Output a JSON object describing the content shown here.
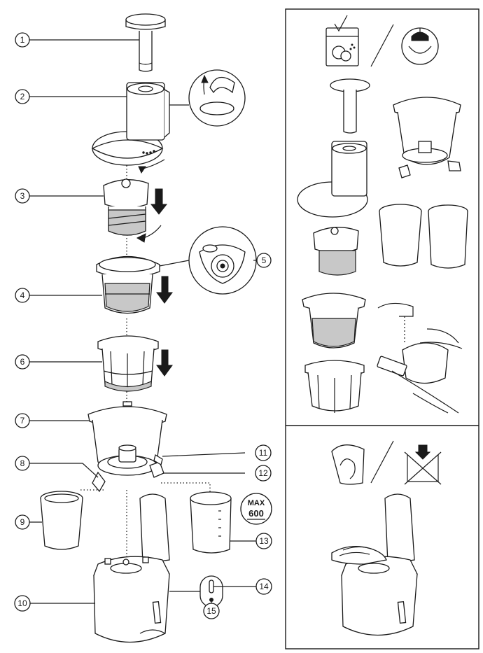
{
  "callouts": [
    "1",
    "2",
    "3",
    "4",
    "5",
    "6",
    "7",
    "8",
    "9",
    "10",
    "11",
    "12",
    "13",
    "14",
    "15"
  ],
  "max_badge": {
    "line1": "MAX",
    "line2": "600"
  },
  "care_panels": [
    {
      "name": "dishwasher-or-hand-wash",
      "icons": [
        "dishwasher-icon",
        "hand-wash-bowl-icon"
      ]
    },
    {
      "name": "wipe-only-no-immersion",
      "icons": [
        "wipe-cloth-icon",
        "no-immersion-icon"
      ]
    }
  ]
}
